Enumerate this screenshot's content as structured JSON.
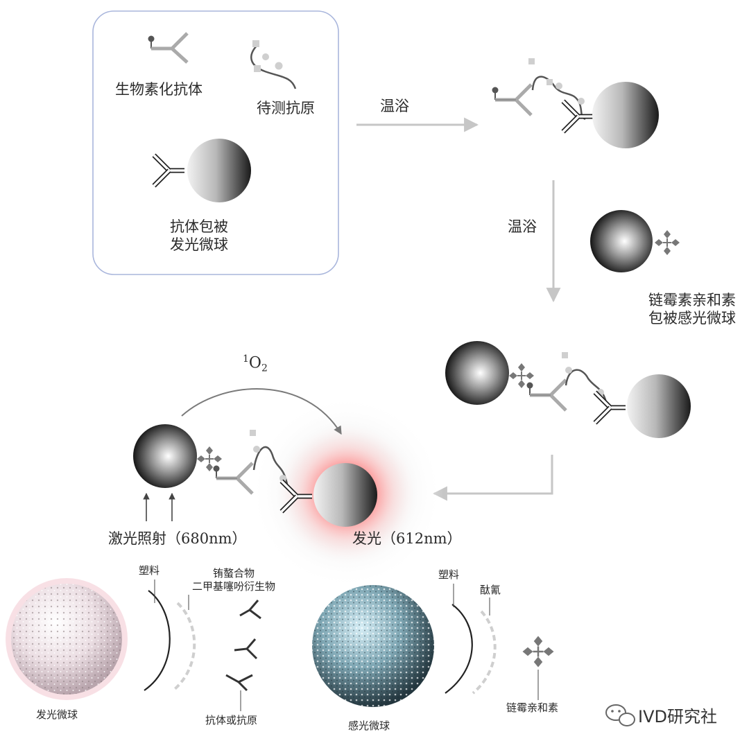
{
  "legend": {
    "biotin_antibody": "生物素化抗体",
    "antigen": "待测抗原",
    "acceptor_line1": "抗体包被",
    "acceptor_line2": "发光微球"
  },
  "steps": {
    "incubation_1": "温浴",
    "incubation_2": "温浴"
  },
  "donor_label": {
    "line1": "链霉素亲和素",
    "line2": "包被感光微球"
  },
  "reaction": {
    "singlet_oxygen_sup": "1",
    "singlet_oxygen_main": "O",
    "singlet_oxygen_sub": "2",
    "excitation": "激光照射（680nm）",
    "emission": "发光（612nm）"
  },
  "bottom": {
    "acceptor_bead": "发光微球",
    "plastic_left": "塑料",
    "europium_line1": "铕螯合物",
    "europium_line2": "二甲基噻吩衍生物",
    "antibody_or_antigen": "抗体或抗原",
    "donor_bead": "感光微球",
    "plastic_right": "塑料",
    "phthalocyanine": "酞氰",
    "streptavidin": "链霉亲和素"
  },
  "watermark": "IVD研究社",
  "colors": {
    "frame": "#a9b6dc",
    "arrow": "#c6c6c6",
    "glow": "#ff5a5a",
    "donor_bead": "#2e3d44",
    "acceptor_bead": "#f4dde2"
  },
  "icons": [
    "biotin-antibody-icon",
    "antigen-icon",
    "antibody-icon",
    "streptavidin-icon",
    "wechat-icon"
  ]
}
